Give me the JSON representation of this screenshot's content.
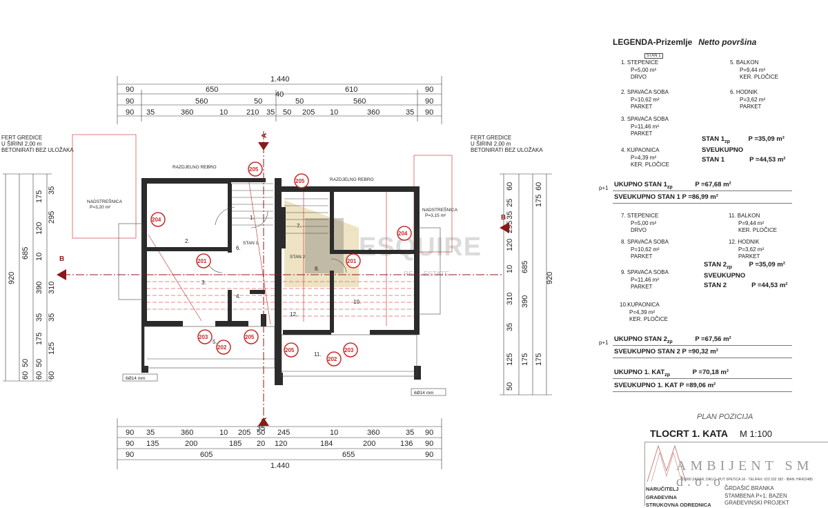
{
  "dims_top": {
    "total": "1.440",
    "row1": [
      "90",
      "650",
      "40",
      "610",
      "90"
    ],
    "row2": [
      "90",
      "560",
      "50",
      "50",
      "560",
      "90"
    ],
    "row3": [
      "90",
      "35",
      "360",
      "10",
      "210",
      "35",
      "50",
      "205",
      "10",
      "360",
      "35",
      "90"
    ]
  },
  "dims_bottom": {
    "row1": [
      "90",
      "35",
      "360",
      "10",
      "205",
      "50",
      "245",
      "10",
      "360",
      "35",
      "90"
    ],
    "row1_extra": "35",
    "row2": [
      "90",
      "135",
      "200",
      "185",
      "20",
      "120",
      "184",
      "200",
      "136",
      "90"
    ],
    "row3": [
      "90",
      "605",
      "655",
      "90"
    ],
    "total": "1.440"
  },
  "dims_left": {
    "outer": "920",
    "col1": [
      "685",
      "50",
      "60"
    ],
    "col2": [
      "175",
      "120",
      "10",
      "390",
      "35",
      "175",
      "50",
      "60"
    ],
    "col3": [
      "35",
      "295",
      "310",
      "35",
      "125",
      "60"
    ]
  },
  "dims_right": {
    "outer": "920",
    "col1": [
      "60",
      "25",
      "35",
      "295",
      "120",
      "10",
      "310",
      "35",
      "125",
      "50"
    ],
    "col2": [
      "685",
      "390",
      "175"
    ],
    "col3": [
      "60",
      "175",
      "175"
    ]
  },
  "notes": {
    "fert_left": [
      "FERT GREDICE",
      "U ŠIRINI 2,00 m",
      "BETONIRATI BEZ ULOŽAKA"
    ],
    "fert_right": [
      "FERT GREDICE",
      "U ŠIRINI 2,00 m",
      "BETONIRATI BEZ ULOŽAKA"
    ],
    "nadstresnica_left": [
      "NADSTREŠNICA",
      "P=3,20 m²"
    ],
    "nadstresnica_right": [
      "NADSTREŠNICA",
      "P=3,15 m²"
    ],
    "razdjelno_left": "RAZDJELNO REBRO",
    "razdjelno_right": "RAZDJELNO REBRO",
    "stan1_label": "STAN 1",
    "stan2_label": "STAN 2",
    "rebar_left": "6Ø14 mm",
    "rebar_right": "6Ø14 mm",
    "section_a": "A",
    "section_b": "B"
  },
  "badges": [
    "204",
    "205",
    "205",
    "201",
    "203",
    "202",
    "205",
    "205",
    "201",
    "204",
    "205",
    "203",
    "202"
  ],
  "room_numbers": [
    "1.",
    "2.",
    "3.",
    "4.",
    "5.",
    "6.",
    "7.",
    "8.",
    "9.",
    "10.",
    "11.",
    "12."
  ],
  "legend": {
    "title": "LEGENDA-Prizemlje",
    "subtitle": "Netto površina",
    "tag": "STAN 1",
    "stan1_items": [
      {
        "num": "1.",
        "name": "STEPENICE",
        "area": "P=5,00 m²",
        "finish": "DRVO"
      },
      {
        "num": "2.",
        "name": "SPAVAĆA SOBA",
        "area": "P=10,62 m²",
        "finish": "PARKET"
      },
      {
        "num": "3.",
        "name": "SPAVAĆA SOBA",
        "area": "P=11,46 m²",
        "finish": "PARKET"
      },
      {
        "num": "4.",
        "name": "KUPAONICA",
        "area": "P=4,39 m²",
        "finish": "KER. PLOČICE"
      },
      {
        "num": "5.",
        "name": "BALKON",
        "area": "P=9,44 m²",
        "finish": "KER. PLOČICE"
      },
      {
        "num": "6.",
        "name": "HODNIK",
        "area": "P=3,62 m²",
        "finish": "PARKET"
      }
    ],
    "stan1_zp_label": "STAN 1",
    "stan1_zp_sub": "zp",
    "stan1_zp_value": "P =35,09 m²",
    "sveukupno_label": "SVEUKUPNO",
    "stan1_total_label": "STAN 1",
    "stan1_total_value": "P =44,53 m²",
    "p1_a": "p+1",
    "ukupno_stan1_label": "UKUPNO STAN 1",
    "ukupno_stan1_sub": "zp",
    "ukupno_stan1_value": "P =67,68 m²",
    "sveukupno_stan1": "SVEUKUPNO STAN 1   P =86,99 m²",
    "stan2_items": [
      {
        "num": "7.",
        "name": "STEPENICE",
        "area": "P=5,00 m²",
        "finish": "DRVO"
      },
      {
        "num": "8.",
        "name": "SPAVAĆA SOBA",
        "area": "P=10,62 m²",
        "finish": "PARKET"
      },
      {
        "num": "9.",
        "name": "SPAVAĆA SOBA",
        "area": "P=11,46 m²",
        "finish": "PARKET"
      },
      {
        "num": "10.",
        "name": "KUPAONICA",
        "area": "P=4,39 m²",
        "finish": "KER. PLOČICE"
      },
      {
        "num": "11.",
        "name": "BALKON",
        "area": "P=9,44 m²",
        "finish": "KER. PLOČICE"
      },
      {
        "num": "12.",
        "name": "HODNIK",
        "area": "P=3,62 m²",
        "finish": "PARKET"
      }
    ],
    "stan2_zp_label": "STAN 2",
    "stan2_zp_sub": "zp",
    "stan2_zp_value": "P =35,09 m²",
    "stan2_total_label": "STAN 2",
    "stan2_total_value": "P =44,53 m²",
    "p1_b": "p+1",
    "ukupno_stan2_label": "UKUPNO STAN 2",
    "ukupno_stan2_sub": "zp",
    "ukupno_stan2_value": "P =67,56 m²",
    "sveukupno_stan2": "SVEUKUPNO STAN 2   P =90,32 m²",
    "ukupno_kat_label": "UKUPNO 1. KAT",
    "ukupno_kat_sub": "zp",
    "ukupno_kat_value": "P =70,18 m²",
    "sveukupno_kat": "SVEUKUPNO 1. KAT   P =89,06 m²"
  },
  "title_block": {
    "plan_pozicija": "PLAN POZICIJA",
    "sheet_title": "TLOCRT 1. KATA",
    "scale": "M 1:100",
    "company": "AMBIJENT SM d.o.o.",
    "address": "23000 ZADAR, DIKLO, PUT SPETICA 16 - TEL/FAX: 023 332 182 - IBAN: HR422485",
    "label_narucitelj": "NARUČITELJ",
    "label_gradevina": "GRAĐEVINA",
    "label_strukovna": "STRUKOVNA ODREDNICA",
    "value_narucitelj": "GRDAŠIĆ BRANKA",
    "value_gradevina": "STAMBENA P+1; BAZEN",
    "value_strukovna": "GRAĐEVINSKI PROJEKT"
  },
  "watermark": {
    "main": "ESQUIRE",
    "sub": "REAL ESTATE"
  },
  "colors": {
    "wall": "#2b2b2b",
    "red": "#c62828",
    "section": "#8a1a1a",
    "watermark_gold": "#d9c27a"
  }
}
